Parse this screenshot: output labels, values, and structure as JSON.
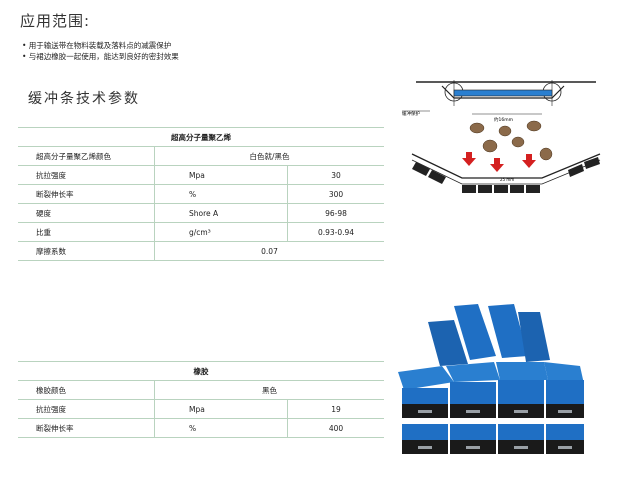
{
  "heading": "应用范围:",
  "bullets": [
    "• 用于输送带在物料装载及落料点的减震保护",
    "• 与裙边橡胶一起使用，能达到良好的密封效果"
  ],
  "section_title": "缓冲条技术参数",
  "uhmwpe_table": {
    "title": "超高分子量聚乙烯",
    "rows": [
      {
        "label": "超高分子量聚乙烯颜色",
        "value": "白色就/黑色"
      },
      {
        "label": "抗拉强度",
        "unit": "Mpa",
        "value": "30"
      },
      {
        "label": "断裂伸长率",
        "unit": "%",
        "value": "300"
      },
      {
        "label": "硬度",
        "unit": "Shore A",
        "value": "96-98"
      },
      {
        "label": "比重",
        "unit": "g/cm³",
        "value": "0.93-0.94"
      },
      {
        "label": "摩擦系数",
        "value": "0.07"
      }
    ]
  },
  "rubber_table": {
    "title": "橡胶",
    "rows": [
      {
        "label": "橡胶颜色",
        "value": "黑色"
      },
      {
        "label": "抗拉强度",
        "unit": "Mpa",
        "value": "19"
      },
      {
        "label": "断裂伸长率",
        "unit": "%",
        "value": "400"
      }
    ]
  },
  "diagram": {
    "label_left": "缓冲保护",
    "label_bottom": "约16mm",
    "label_mid": "25 mm"
  },
  "colors": {
    "accent": "#2a7fd0",
    "line": "#b9d3bf",
    "rock": "#8b6a4a",
    "arrow": "#d42020"
  }
}
